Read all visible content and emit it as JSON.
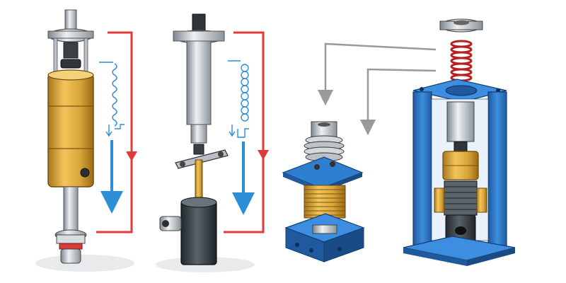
{
  "colors": {
    "background": "#ffffff",
    "brass": "#d9a63a",
    "brass_dark": "#a8761c",
    "steel": "#c9ced3",
    "steel_dark": "#7d868f",
    "frame_blue": "#2f7fd0",
    "frame_blue_dark": "#1f5a9e",
    "spring_red": "#d63a3a",
    "arrow_red": "#e03a3a",
    "arrow_blue": "#2a8fd6",
    "arrow_gray": "#9a9a9a",
    "cylinder_dark": "#3c4348"
  },
  "assemblies": [
    {
      "name": "brass-cylinder-assembly"
    },
    {
      "name": "plunger-cylinder-assembly"
    },
    {
      "name": "bellows-spring-assembly"
    },
    {
      "name": "press-frame-assembly"
    }
  ]
}
